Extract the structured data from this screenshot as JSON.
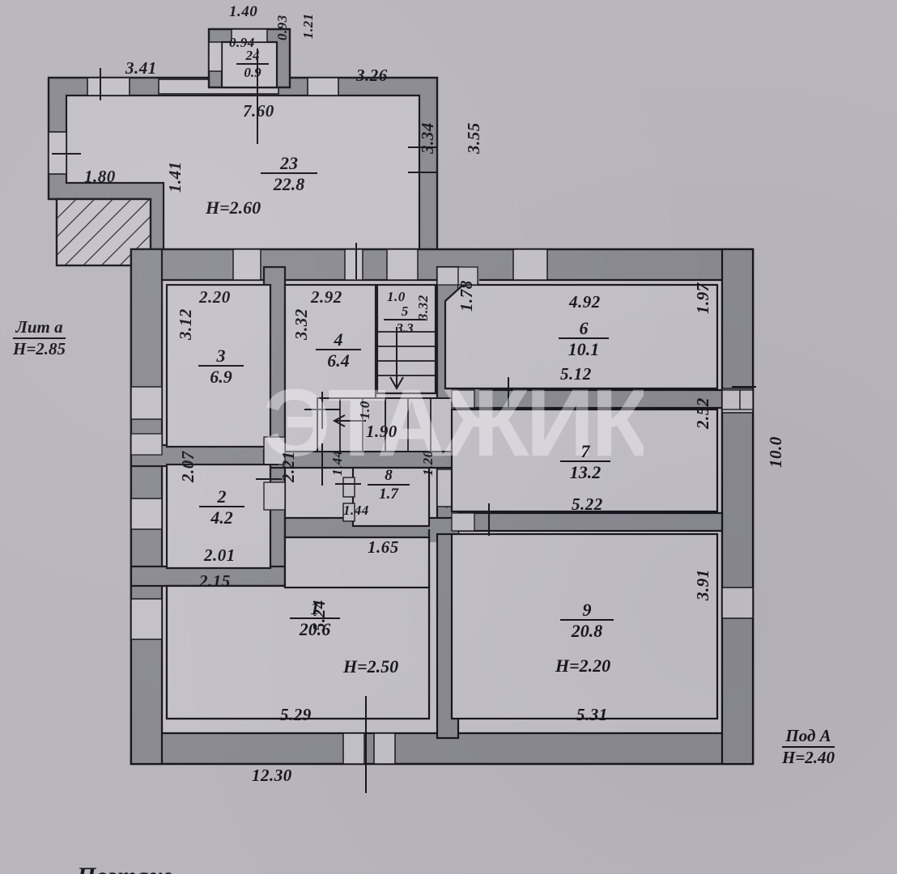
{
  "document": {
    "kind": "technical-floor-plan",
    "bottom_cut_text": "Поэтаж",
    "watermark_text": "ЭТАЖИКС"
  },
  "colors": {
    "paper": "#b9b5be",
    "room_fill": "#c3c0c8",
    "wall_fill": "#8b8a93",
    "ink": "#16161c",
    "watermark": "#ffffff"
  },
  "literas": [
    {
      "name": "litera-a",
      "top": "Лит  а",
      "bottom": "H=2.85"
    },
    {
      "name": "litera-pod-a",
      "top": "Под  А",
      "bottom": "H=2.40"
    }
  ],
  "rooms": [
    {
      "number": "23",
      "area": "22.8",
      "height": "H=2.60"
    },
    {
      "number": "24",
      "area": "0.9",
      "height": ""
    },
    {
      "number": "3",
      "area": "6.9",
      "height": ""
    },
    {
      "number": "4",
      "area": "6.4",
      "height": ""
    },
    {
      "number": "5",
      "area": "3.3",
      "height": ""
    },
    {
      "number": "6",
      "area": "10.1",
      "height": ""
    },
    {
      "number": "7",
      "area": "13.2",
      "height": ""
    },
    {
      "number": "8",
      "area": "1.7",
      "height": ""
    },
    {
      "number": "2",
      "area": "4.2",
      "height": ""
    },
    {
      "number": "1",
      "area": "20.6",
      "height": "H=2.50"
    },
    {
      "number": "9",
      "area": "20.8",
      "height": "H=2.20"
    }
  ],
  "dimensions": {
    "vestibule_top": "1.40",
    "vestibule_width": "0.94",
    "vestibule_height": "0.93",
    "vestibule_right": "1.21",
    "lit_a_top_left": "3.41",
    "lit_a_top_right": "3.26",
    "lit_a_total_top": "7.60",
    "porch_width": "1.80",
    "porch_height": "1.41",
    "room23_right_inner": "3.34",
    "room23_right_outer": "3.55",
    "room3_top": "2.20",
    "room3_left": "3.12",
    "room4_top": "2.92",
    "room4_left": "3.32",
    "room5_top": "1.0",
    "room5_right": "3.32",
    "stair_arrow_width": "1.0",
    "corridor_width": "1.90",
    "room6_top": "4.92",
    "room6_left": "1.78",
    "room6_right": "1.97",
    "room6_bottom": "5.12",
    "room7_right": "2.52",
    "room7_bottom": "5.22",
    "room8_left": "1.44",
    "room8_bottom": "1.44",
    "room8_right": "1.20",
    "corridor_bottom": "1.65",
    "room2_left": "2.07",
    "room2_bottom": "2.01",
    "room2_outer_bottom": "2.15",
    "room2_right": "2.21",
    "room1_left": "5.24",
    "room1_bottom": "5.29",
    "room9_right": "3.91",
    "room9_bottom": "5.31",
    "building_bottom": "12.30",
    "building_right": "10.0"
  }
}
